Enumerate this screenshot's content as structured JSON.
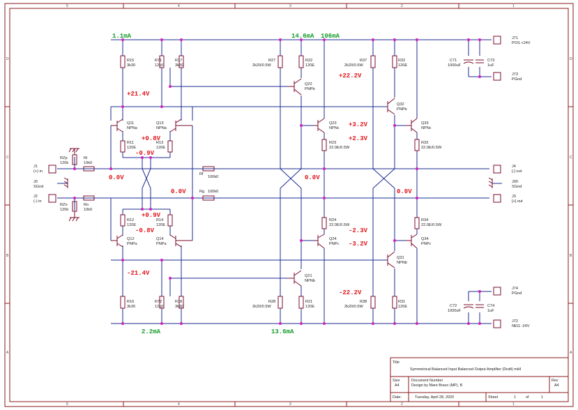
{
  "zones": {
    "top": [
      "5",
      "4",
      "3",
      "2",
      "1"
    ],
    "side": [
      "D",
      "C",
      "B",
      "A"
    ]
  },
  "title_block": {
    "title_label": "Title",
    "title": "Symmetrical Balanced Input Balanced Output Amplifier (Draft) mkII",
    "size_label": "Size",
    "size": "A4",
    "docnum_label": "Document Number",
    "docnum": "Design by Mare Bravo (MP), B",
    "rev_label": "Rev",
    "rev": "A4",
    "date_label": "Date:",
    "date": "Tuesday, April 28, 2020",
    "sheet_label": "Sheet",
    "sheet": "1",
    "of_label": "of",
    "of": "1"
  },
  "annotations_green": {
    "i1": "1.1mA",
    "i2": "14.6mA",
    "i3": "106mA",
    "i4": "2.2mA",
    "i5": "13.6mA"
  },
  "annotations_red": {
    "v1": "+21.4V",
    "v2": "+0.8V",
    "v3": "-0.9V",
    "v4": "0.0V",
    "v5": "0.0V",
    "v6": "+0.9V",
    "v7": "-0.8V",
    "v8": "-21.4V",
    "v9": "+22.2V",
    "v10": "+3.2V",
    "v11": "+2.3V",
    "v12": "0.0V",
    "v13": "0.0V",
    "v14": "-2.3V",
    "v15": "-3.2V",
    "v16": "-22.2V"
  },
  "components": {
    "R15": [
      "R15",
      "3k30"
    ],
    "R71": [
      "R71",
      "12k0"
    ],
    "R17": [
      "R17",
      "3k30"
    ],
    "R11": [
      "R11",
      "120E"
    ],
    "R13": [
      "R13",
      "120E"
    ],
    "R12": [
      "R12",
      "120E"
    ],
    "R14": [
      "R14",
      "120E"
    ],
    "R16": [
      "R16",
      "3k30"
    ],
    "R72": [
      "R72",
      "12k0"
    ],
    "R18": [
      "R18",
      "3k30"
    ],
    "R27": [
      "R27",
      "2k20/0.5W"
    ],
    "R22": [
      "R22",
      "120E"
    ],
    "R37": [
      "R37",
      "2k20/0.5W"
    ],
    "R32": [
      "R32",
      "120E"
    ],
    "R23": [
      "R23",
      "22.0E/0.5W"
    ],
    "R33": [
      "R33",
      "22.0E/0.5W"
    ],
    "R24": [
      "R24",
      "22.0E/0.5W"
    ],
    "R34": [
      "R34",
      "22.0E/0.5W"
    ],
    "R28": [
      "R28",
      "2k20/0.5W"
    ],
    "R21": [
      "R21",
      "120E"
    ],
    "R38": [
      "R38",
      "2k20/0.5W"
    ],
    "R31": [
      "R31",
      "120E"
    ],
    "Rf": [
      "Rf",
      "100k0"
    ],
    "Rg": [
      "Rg",
      "100k0"
    ],
    "Ri": [
      "Ri",
      "10k0"
    ],
    "Ro": [
      "Ro",
      "10k0"
    ],
    "RZp": [
      "RZp",
      "120k"
    ],
    "RZn": [
      "RZn",
      "120k"
    ],
    "Q11": [
      "Q11",
      "NPNa"
    ],
    "Q13": [
      "Q13",
      "NPNa"
    ],
    "Q12": [
      "Q12",
      "PNPa"
    ],
    "Q14": [
      "Q14",
      "PNPa"
    ],
    "Q22": [
      "Q22",
      "PNPb"
    ],
    "Q21": [
      "Q21",
      "NPNb"
    ],
    "Q23": [
      "Q23",
      "NPNc"
    ],
    "Q24": [
      "Q24",
      "PNPc"
    ],
    "Q32": [
      "Q32",
      "PNPb"
    ],
    "Q31": [
      "Q31",
      "NPNb"
    ],
    "Q33": [
      "Q33",
      "NPNc"
    ],
    "Q34": [
      "Q34",
      "PNPc"
    ],
    "C71": [
      "C71",
      "1000uF"
    ],
    "C73": [
      "C73",
      "1uF"
    ],
    "C72": [
      "C72",
      "1000uF"
    ],
    "C74": [
      "C74",
      "1uF"
    ]
  },
  "connectors": {
    "J1": [
      "J1",
      "(+) in"
    ],
    "J0": [
      "J0",
      "SGnd"
    ],
    "J2": [
      "J2",
      "(-) in"
    ],
    "J71": [
      "J71",
      "POS +24V"
    ],
    "J73": [
      "J73",
      "PGnd"
    ],
    "J4": [
      "J4",
      "[-] out"
    ],
    "J00": [
      "J00",
      "SGnd"
    ],
    "J3": [
      "J3",
      "[+] out"
    ],
    "J74": [
      "J74",
      "PGnd"
    ],
    "J72": [
      "J72",
      "NEG -24V"
    ]
  }
}
